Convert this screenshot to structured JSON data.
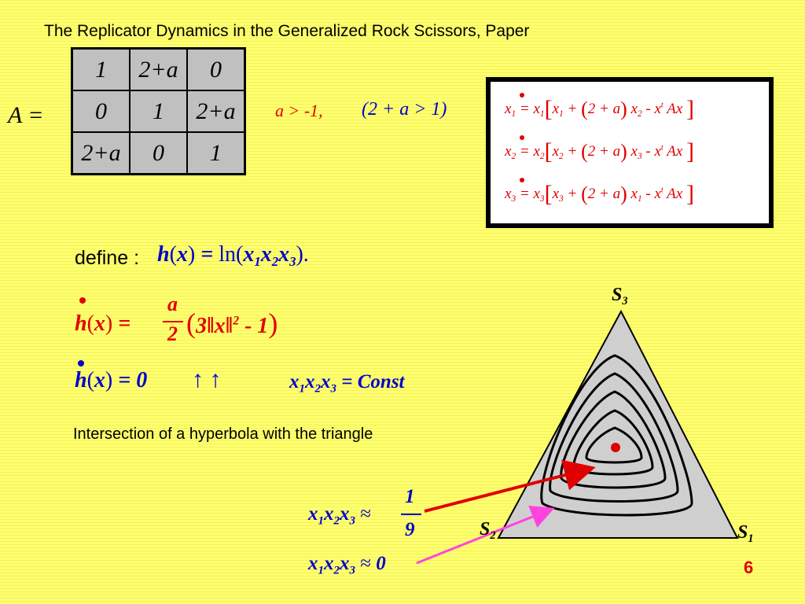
{
  "slide": {
    "title": "The Replicator Dynamics in the Generalized Rock Scissors, Paper",
    "page_number": "6"
  },
  "matrix": {
    "label": "A =",
    "rows": [
      [
        "1",
        "2+a",
        "0"
      ],
      [
        "0",
        "1",
        "2+a"
      ],
      [
        "2+a",
        "0",
        "1"
      ]
    ]
  },
  "condition": {
    "main": "a > -1,",
    "paren": "(2 + a > 1)"
  },
  "equations": [
    {
      "lhs": "x1",
      "rhs_var": "x1",
      "t1": "x1",
      "t2": "x2"
    },
    {
      "lhs": "x2",
      "rhs_var": "x2",
      "t1": "x2",
      "t2": "x3"
    },
    {
      "lhs": "x3",
      "rhs_var": "x3",
      "t1": "x3",
      "t2": "x1"
    }
  ],
  "define": {
    "word": "define",
    "formula": "h(x) = ln(x1x2x3)."
  },
  "hdot": {
    "lhs": "h(x) =",
    "frac_num": "a",
    "frac_den": "2",
    "rest": "(3‖x‖² - 1)"
  },
  "hdot_zero": {
    "lhs": "h(x) = 0",
    "arrows": "↑ ↑",
    "const": "x1x2x3 = Const"
  },
  "note": "Intersection of a hyperbola with the triangle",
  "simplex": {
    "top": "S3",
    "left": "S2",
    "right": "S1"
  },
  "annotations": {
    "a1": {
      "lhs": "x1x2x3 ≈",
      "num": "1",
      "den": "9"
    },
    "a2": {
      "lhs": "x1x2x3 ≈ 0"
    }
  },
  "colors": {
    "red": "#e00000",
    "blue": "#0000cc",
    "magenta": "#ff44dd",
    "triangle": "#cfcfcf"
  }
}
